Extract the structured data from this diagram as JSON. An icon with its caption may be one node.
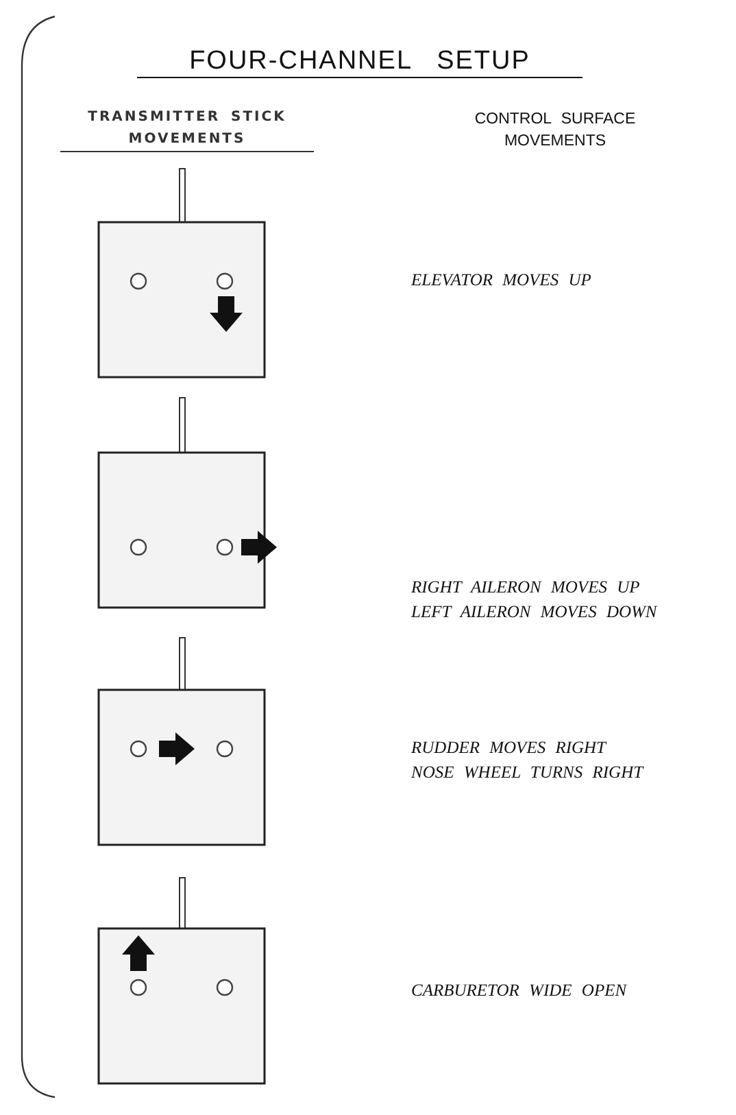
{
  "diagram": {
    "title": "FOUR-CHANNEL SETUP",
    "labels": [
      "TRANSMITTER STICK MOVEMENTS",
      "CONTROL SURFACE MOVEMENTS",
      "ELEVATOR MOVES UP",
      "RIGHT AILERON MOVES UP",
      "LEFT AILERON MOVES DOWN",
      "RUDDER MOVES RIGHT",
      "NOSE WHEEL TURNS RIGHT",
      "CARBURETOR WIDE OPEN"
    ]
  }
}
